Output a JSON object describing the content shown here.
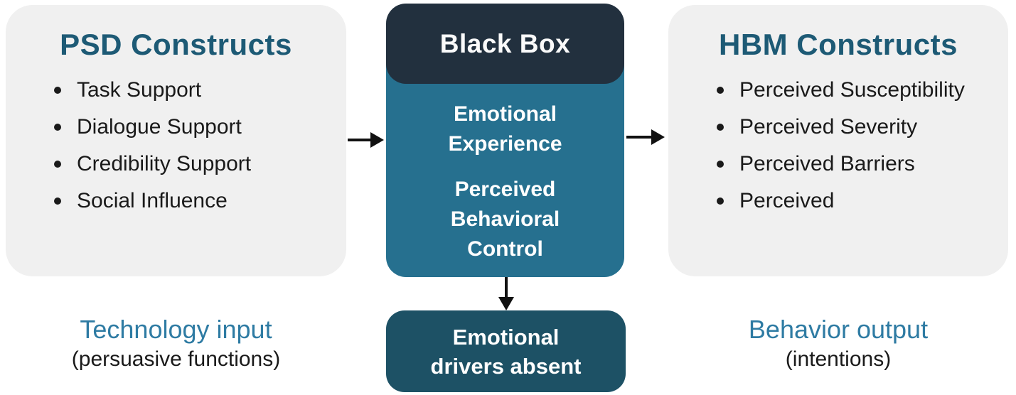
{
  "left_panel": {
    "title": "PSD Constructs",
    "items": [
      "Task Support",
      "Dialogue Support",
      "Credibility Support",
      "Social Influence"
    ]
  },
  "center": {
    "header_label": "Black Box",
    "body_items": [
      "Emotional Experience",
      "Perceived Behavioral Control"
    ]
  },
  "right_panel": {
    "title": "HBM Constructs",
    "items": [
      "Perceived Susceptibility",
      "Perceived Severity",
      "Perceived Barriers",
      "Perceived"
    ]
  },
  "bottom_box": {
    "label": "Emotional drivers absent"
  },
  "captions": {
    "left": {
      "title": "Technology input",
      "subtitle": "(persuasive functions)"
    },
    "right": {
      "title": "Behavior output",
      "subtitle": "(intentions)"
    }
  },
  "colors": {
    "panel_background": "#f0f0f0",
    "heading_teal": "#1d5a75",
    "header_navy": "#22303e",
    "body_teal": "#26708f",
    "bottom_teal": "#1d5165",
    "caption_teal": "#2e7ba3",
    "arrow_black": "#111111",
    "text_black": "#1a1a1a",
    "text_white": "#ffffff"
  }
}
